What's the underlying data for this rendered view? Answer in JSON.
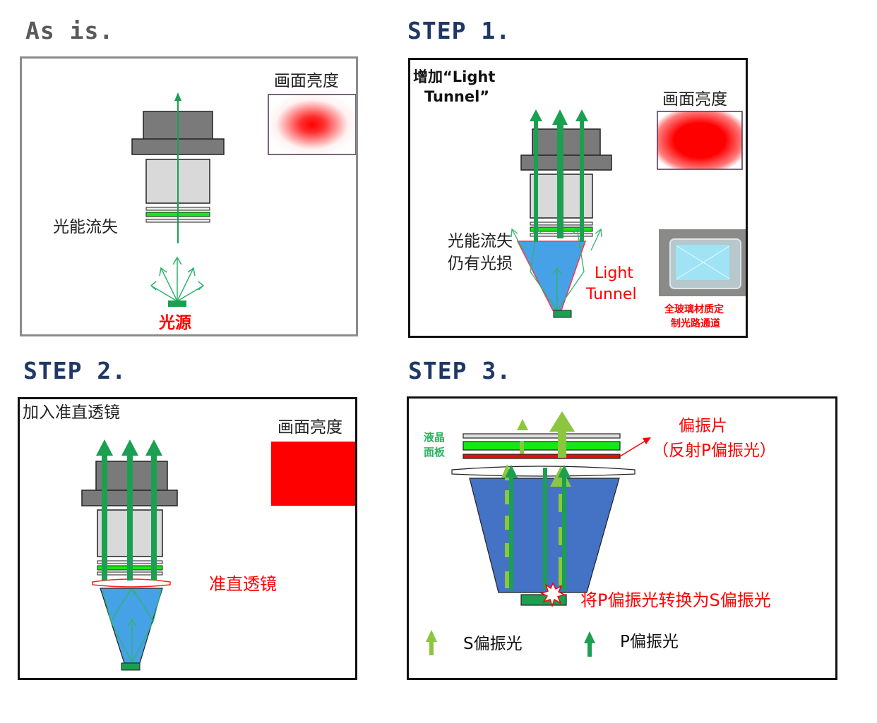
{
  "colors": {
    "title_gray": "#5a5a5a",
    "title_navy": "#1f3864",
    "ray_green": "#1aa050",
    "bright_green": "#17e617",
    "light_green": "#8cc63f",
    "red": "#ff0000",
    "tunnel_blue": "#47a1e6",
    "tunnel_blue_dark": "#4472c4",
    "dark_gray": "#6e6e6e",
    "light_gray": "#d9d9d9"
  },
  "panels": [
    {
      "title": "As is.",
      "brightness_label": "画面亮度",
      "brightness_level": "dim-center",
      "loss_label": "光能流失",
      "source_label": "光源"
    },
    {
      "title": "STEP 1.",
      "caption_line1": "增加“Light",
      "caption_line2": "Tunnel”",
      "brightness_label": "画面亮度",
      "brightness_level": "medium",
      "loss_line1": "光能流失",
      "loss_line2": "仍有光损",
      "tunnel_line1": "Light",
      "tunnel_line2": "Tunnel",
      "photo_caption_line1": "全玻璃材质定",
      "photo_caption_line2": "制光路通道"
    },
    {
      "title": "STEP 2.",
      "caption": "加入准直透镜",
      "brightness_label": "画面亮度",
      "brightness_level": "full",
      "lens_label": "准直透镜"
    },
    {
      "title": "STEP 3.",
      "lcd_line1": "液晶",
      "lcd_line2": "面板",
      "polarizer_line1": "偏振片",
      "polarizer_line2": "（反射P偏振光）",
      "convert_label": "将P偏振光转换为S偏振光",
      "legend": [
        {
          "label": "S偏振光",
          "color": "#8cc63f"
        },
        {
          "label": "P偏振光",
          "color": "#1aa050"
        }
      ]
    }
  ]
}
